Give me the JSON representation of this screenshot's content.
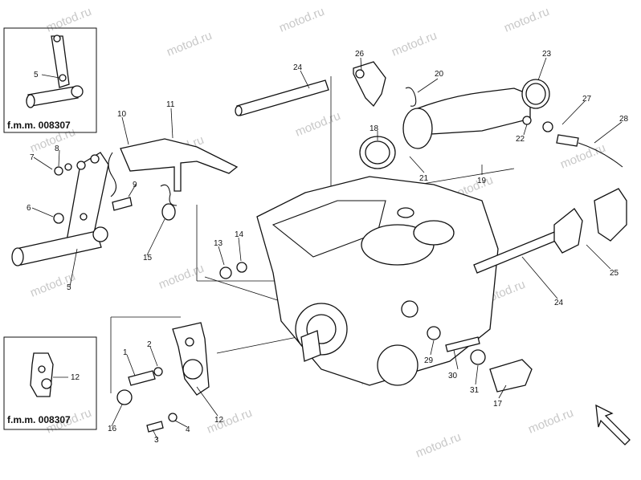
{
  "watermark": {
    "text": "motod.ru"
  },
  "insets": [
    {
      "caption": "f.m.m. 008307",
      "callout": "5"
    },
    {
      "caption": "f.m.m. 008307",
      "callout": "12"
    }
  ],
  "callouts": {
    "c1": "1",
    "c2": "2",
    "c3": "3",
    "c4": "4",
    "c5": "5",
    "c6": "6",
    "c7": "7",
    "c8": "8",
    "c9": "9",
    "c10": "10",
    "c11": "11",
    "c12": "12",
    "c13": "13",
    "c14": "14",
    "c15": "15",
    "c16": "16",
    "c17": "17",
    "c18": "18",
    "c19": "19",
    "c20": "20",
    "c21": "21",
    "c22": "22",
    "c23": "23",
    "c24a": "24",
    "c24b": "24",
    "c25": "25",
    "c26": "26",
    "c27": "27",
    "c28": "28",
    "c29": "29",
    "c30": "30",
    "c31": "31"
  },
  "direction_arrow": {
    "label": ""
  }
}
